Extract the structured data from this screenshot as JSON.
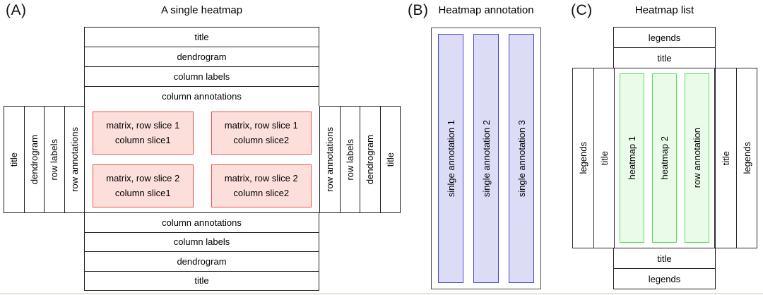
{
  "colors": {
    "matrix_fill": "#fcdfdb",
    "matrix_border": "#ef5146",
    "annotation_fill": "#dcdcf6",
    "annotation_border": "#4646cf",
    "heatmap_fill": "#eafce9",
    "heatmap_border": "#4fe84f",
    "box_border": "#1f1f1f"
  },
  "panelA": {
    "label": "(A)",
    "title": "A single heatmap",
    "top_rows": [
      "title",
      "dendrogram",
      "column labels",
      "column annotations"
    ],
    "left_cols": [
      "title",
      "dendrogram",
      "row labels",
      "row annotations"
    ],
    "right_cols": [
      "row annotations",
      "row labels",
      "dendrogram",
      "title"
    ],
    "bottom_rows": [
      "column annotations",
      "column labels",
      "dendrogram",
      "title"
    ],
    "cells": [
      {
        "l1": "matrix, row slice 1",
        "l2": "column slice1"
      },
      {
        "l1": "matrix, row slice 1",
        "l2": "column slice2"
      },
      {
        "l1": "matrix, row slice 2",
        "l2": "column slice1"
      },
      {
        "l1": "matrix, row slice 2",
        "l2": "column slice2"
      }
    ]
  },
  "panelB": {
    "label": "(B)",
    "title": "Heatmap annotation",
    "bars": [
      "sinlge annotation 1",
      "single annotation 2",
      "single annotation 3"
    ]
  },
  "panelC": {
    "label": "(C)",
    "title": "Heatmap list",
    "top_rows": [
      "legends",
      "title"
    ],
    "left_cols": [
      "legends",
      "title"
    ],
    "bars": [
      "heatmap 1",
      "heatmap 2",
      "row annotation"
    ],
    "right_cols": [
      "title",
      "legends"
    ],
    "bottom_rows": [
      "title",
      "legends"
    ]
  }
}
